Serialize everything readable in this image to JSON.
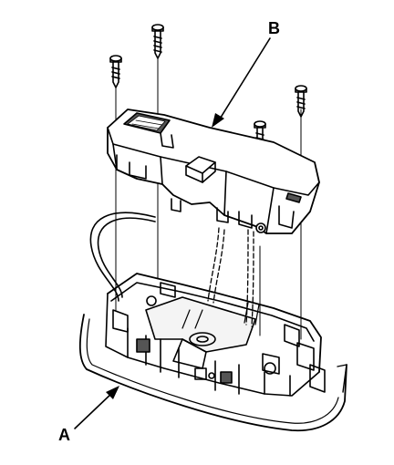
{
  "labels": {
    "a": "A",
    "b": "B"
  },
  "colors": {
    "ink": "#000000",
    "paper": "#ffffff",
    "shade": "#555555"
  },
  "parts": {
    "screws": [
      "screw",
      "screw",
      "screw",
      "screw"
    ],
    "upper_assembly": "B",
    "lower_housing": "A"
  }
}
